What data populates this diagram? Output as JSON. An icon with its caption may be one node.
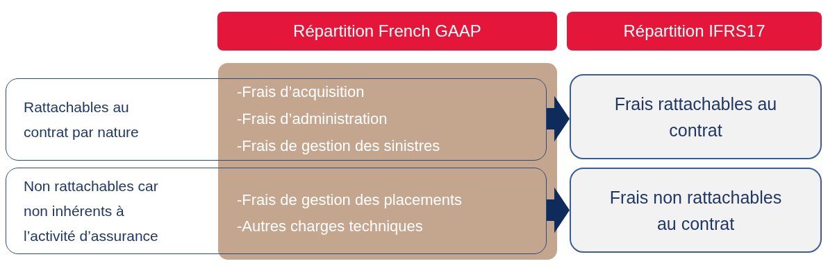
{
  "diagram": {
    "nodes": [
      {
        "text": [
          "Répartition French GAAP"
        ]
      },
      {
        "text": [
          "Répartition IFRS17"
        ]
      },
      {
        "text": [
          "Rattachables au contrat par nature",
          "-Frais d’acquisition",
          "-Frais d’administration",
          "-Frais de gestion des sinistres"
        ]
      },
      {
        "text": [
          "Frais rattachables au contrat"
        ]
      },
      {
        "text": [
          "Non rattachables car non inhérents à l’activité d’assurance",
          "-Frais de gestion des placements",
          "-Autres charges techniques"
        ]
      },
      {
        "text": [
          "Frais non rattachables au contrat"
        ]
      }
    ],
    "edges": [
      {
        "from": 2,
        "to": 3,
        "arrow": "to"
      },
      {
        "from": 4,
        "to": 5,
        "arrow": "to"
      }
    ]
  }
}
